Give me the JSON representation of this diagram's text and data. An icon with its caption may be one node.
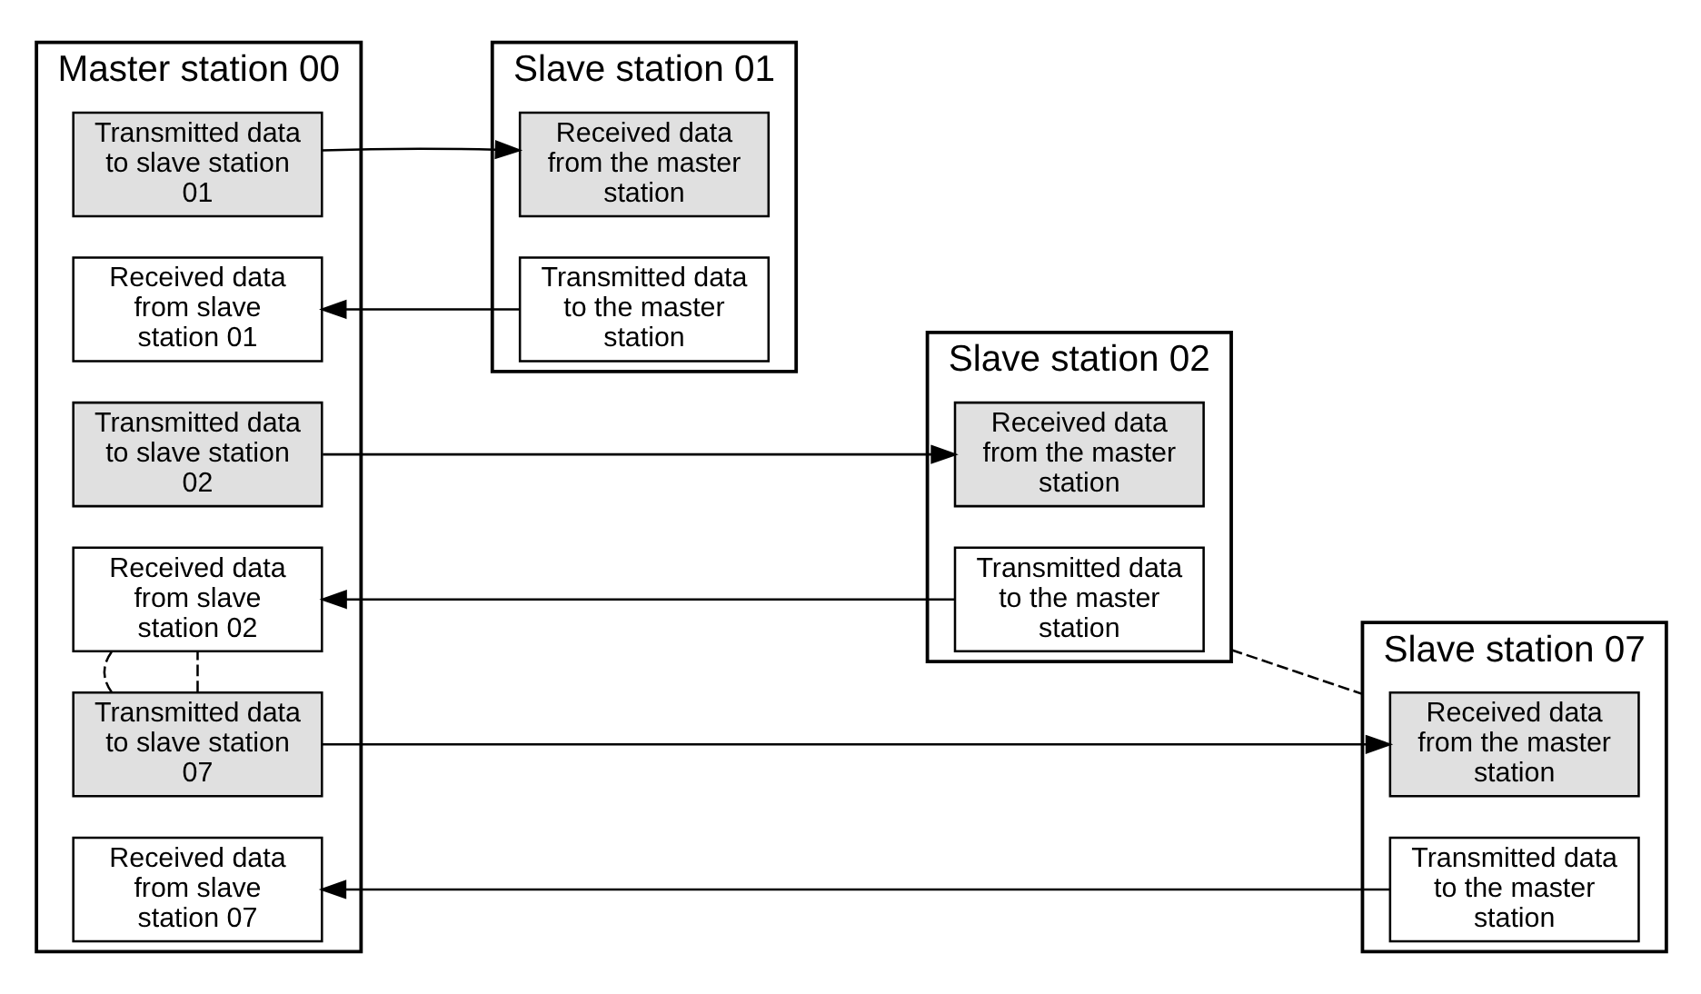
{
  "diagram": {
    "nodes": [
      {
        "text": [
          "Master station 00"
        ]
      },
      {
        "text": [
          "Transmitted data to slave station 01"
        ],
        "in": 0
      },
      {
        "text": [
          "Received data from slave station 01"
        ],
        "in": 0
      },
      {
        "text": [
          "Transmitted data to slave station 02"
        ],
        "in": 0
      },
      {
        "text": [
          "Received data from slave station 02"
        ],
        "in": 0
      },
      {
        "text": [
          "Transmitted data to slave station 07"
        ],
        "in": 0
      },
      {
        "text": [
          "Received data from slave station 07"
        ],
        "in": 0
      },
      {
        "text": [
          "Slave station 01"
        ]
      },
      {
        "text": [
          "Received data from the master station"
        ],
        "in": 7
      },
      {
        "text": [
          "Transmitted data to the master station"
        ],
        "in": 7
      },
      {
        "text": [
          "Slave station 02"
        ]
      },
      {
        "text": [
          "Received data from the master station"
        ],
        "in": 10
      },
      {
        "text": [
          "Transmitted data to the master station"
        ],
        "in": 10
      },
      {
        "text": [
          "Slave station 07"
        ]
      },
      {
        "text": [
          "Received data from the master station"
        ],
        "in": 13
      },
      {
        "text": [
          "Transmitted data to the master station"
        ],
        "in": 13
      }
    ],
    "edges": [
      {
        "from": 1,
        "to": 8,
        "arrow": "to"
      },
      {
        "from": 9,
        "to": 2,
        "arrow": "to"
      },
      {
        "from": 3,
        "to": 11,
        "arrow": "to"
      },
      {
        "from": 12,
        "to": 4,
        "arrow": "to"
      },
      {
        "from": 5,
        "to": 14,
        "arrow": "to"
      },
      {
        "from": 15,
        "to": 6,
        "arrow": "to"
      },
      {
        "from": 4,
        "to": 5,
        "arrow": "none",
        "style": "dashed"
      },
      {
        "from": 4,
        "to": 5,
        "arrow": "none",
        "style": "dashed"
      },
      {
        "from": 10,
        "to": 13,
        "arrow": "none",
        "style": "dashed"
      }
    ]
  }
}
